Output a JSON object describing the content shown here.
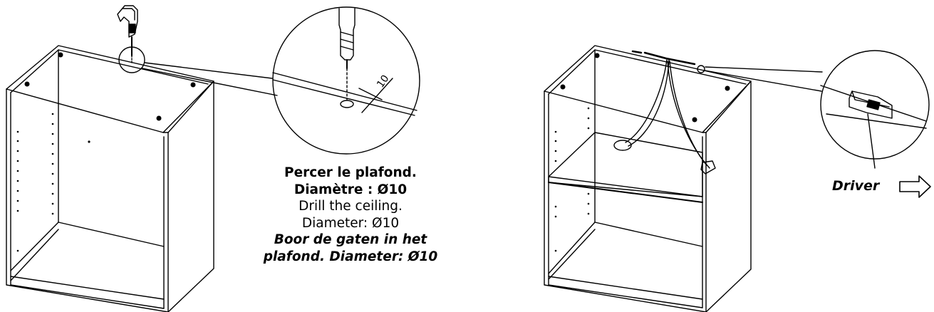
{
  "step1": {
    "caption": {
      "fr_line1": "Percer le plafond.",
      "fr_line2": "Diamètre : Ø10",
      "en_line1": "Drill the ceiling.",
      "en_line2": "Diameter: Ø10",
      "nl_line1": "Boor de gaten in het",
      "nl_line2": "plafond. Diameter: Ø10"
    },
    "dimension_label": "10"
  },
  "step2": {
    "driver_label": "Driver"
  },
  "colors": {
    "line": "#000000",
    "background": "#ffffff"
  }
}
